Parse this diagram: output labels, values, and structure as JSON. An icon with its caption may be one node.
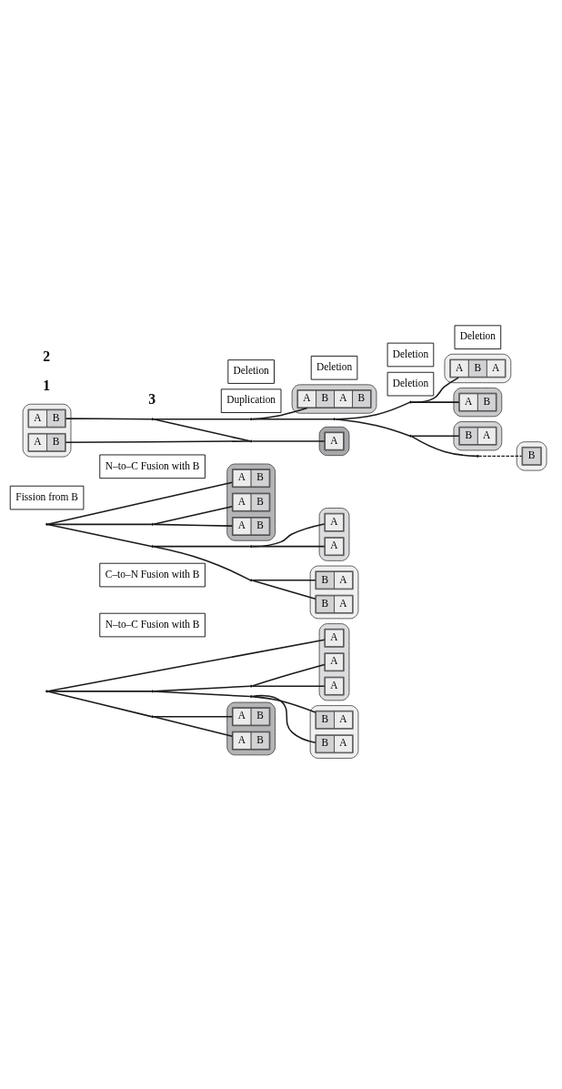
{
  "diagram": {
    "nodes": [
      {
        "text": [],
        "shape": "band"
      },
      {
        "text": [
          "A"
        ],
        "in": 0
      },
      {
        "text": [
          "A"
        ],
        "in": 0
      },
      {
        "text": [
          "A"
        ],
        "in": 0
      },
      {
        "text": [
          "N–to–C Fusion with B"
        ]
      },
      {
        "text": [],
        "shape": "band"
      },
      {
        "text": [
          "B",
          "A"
        ],
        "in": 5
      },
      {
        "text": [
          "B",
          "A"
        ],
        "in": 5
      },
      {
        "text": [
          "C–to–N Fusion with B"
        ]
      },
      {
        "text": [],
        "shape": "band"
      },
      {
        "text": [
          "A",
          "B"
        ],
        "in": 9
      },
      {
        "text": [
          "A",
          "B"
        ],
        "in": 9
      },
      {
        "text": [],
        "shape": "point"
      },
      {
        "text": [],
        "shape": "point"
      },
      {
        "text": [],
        "shape": "point"
      },
      {
        "text": [],
        "shape": "point"
      },
      {
        "text": [],
        "shape": "point"
      },
      {
        "text": [],
        "shape": "band"
      },
      {
        "text": [
          "A"
        ],
        "in": 17
      },
      {
        "text": [
          "A"
        ],
        "in": 17
      },
      {
        "text": [
          "Fission from B"
        ]
      },
      {
        "text": [
          "N–to–C Fusion with B"
        ]
      },
      {
        "text": [],
        "shape": "band"
      },
      {
        "text": [
          "B",
          "A"
        ],
        "in": 22
      },
      {
        "text": [
          "B",
          "A"
        ],
        "in": 22
      },
      {
        "text": [],
        "shape": "band"
      },
      {
        "text": [
          "A",
          "B"
        ],
        "in": 25
      },
      {
        "text": [
          "A",
          "B"
        ],
        "in": 25
      },
      {
        "text": [
          "A",
          "B"
        ],
        "in": 25
      },
      {
        "text": [],
        "shape": "point"
      },
      {
        "text": [],
        "shape": "point"
      },
      {
        "text": [],
        "shape": "point"
      },
      {
        "text": [],
        "shape": "point"
      },
      {
        "text": [],
        "shape": "point"
      },
      {
        "text": [],
        "shape": "band"
      },
      {
        "text": [
          "A",
          "B",
          "A"
        ],
        "in": 34
      },
      {
        "text": [
          "Deletion"
        ]
      },
      {
        "text": [],
        "shape": "band"
      },
      {
        "text": [
          "A",
          "B"
        ],
        "in": 37
      },
      {
        "text": [
          "Deletion"
        ]
      },
      {
        "text": [
          "Duplication"
        ]
      },
      {
        "text": [],
        "shape": "band"
      },
      {
        "text": [
          "A",
          "B"
        ],
        "in": 41
      },
      {
        "text": [],
        "shape": "band"
      },
      {
        "text": [
          "B",
          "A"
        ],
        "in": 43
      },
      {
        "text": [],
        "shape": "band"
      },
      {
        "text": [
          "B"
        ],
        "in": 45
      },
      {
        "text": [
          "Deletion"
        ]
      },
      {
        "text": [
          "Deletion"
        ]
      },
      {
        "text": [],
        "shape": "band"
      },
      {
        "text": [
          "A",
          "B",
          "A",
          "B"
        ],
        "in": 49
      },
      {
        "text": [
          "Deletion"
        ]
      },
      {
        "text": [],
        "shape": "band"
      },
      {
        "text": [
          "A"
        ],
        "in": 52
      },
      {
        "text": [
          "A",
          "B"
        ],
        "in": 41
      },
      {
        "text": [],
        "shape": "point"
      },
      {
        "text": [],
        "shape": "point"
      },
      {
        "text": [],
        "shape": "point"
      },
      {
        "text": [],
        "shape": "point"
      },
      {
        "text": [],
        "shape": "point"
      },
      {
        "text": [],
        "shape": "point"
      },
      {
        "text": [],
        "shape": "point"
      }
    ],
    "edges": [
      {
        "from": 3,
        "to": 12,
        "arrow": "none"
      },
      {
        "from": 12,
        "to": 13,
        "arrow": "none"
      },
      {
        "from": 13,
        "to": 14,
        "arrow": "none"
      },
      {
        "from": 14,
        "to": 1,
        "arrow": "none"
      },
      {
        "from": 14,
        "to": 2,
        "arrow": "none"
      },
      {
        "from": 13,
        "to": 15,
        "arrow": "none"
      },
      {
        "from": 15,
        "to": 6,
        "arrow": "none"
      },
      {
        "from": 15,
        "to": 7,
        "arrow": "none"
      },
      {
        "from": 12,
        "to": 16,
        "arrow": "none"
      },
      {
        "from": 16,
        "to": 10,
        "arrow": "none"
      },
      {
        "from": 16,
        "to": 11,
        "arrow": "none"
      },
      {
        "from": 26,
        "to": 29,
        "arrow": "none"
      },
      {
        "from": 29,
        "to": 30,
        "arrow": "none"
      },
      {
        "from": 30,
        "to": 31,
        "arrow": "none"
      },
      {
        "from": 31,
        "to": 18,
        "arrow": "none"
      },
      {
        "from": 31,
        "to": 19,
        "arrow": "none"
      },
      {
        "from": 30,
        "to": 32,
        "arrow": "none"
      },
      {
        "from": 32,
        "to": 23,
        "arrow": "none"
      },
      {
        "from": 32,
        "to": 24,
        "arrow": "none"
      },
      {
        "from": 29,
        "to": 33,
        "arrow": "none"
      },
      {
        "from": 33,
        "to": 27,
        "arrow": "none"
      },
      {
        "from": 33,
        "to": 28,
        "arrow": "none"
      },
      {
        "from": 42,
        "to": 55,
        "arrow": "none"
      },
      {
        "from": 55,
        "to": 56,
        "arrow": "none"
      },
      {
        "from": 56,
        "to": 57,
        "arrow": "none"
      },
      {
        "from": 57,
        "to": 58,
        "arrow": "none"
      },
      {
        "from": 58,
        "to": 35,
        "arrow": "none"
      },
      {
        "from": 58,
        "to": 38,
        "arrow": "none"
      },
      {
        "from": 57,
        "to": 59,
        "arrow": "none"
      },
      {
        "from": 59,
        "to": 44,
        "arrow": "none"
      },
      {
        "from": 59,
        "to": 60,
        "arrow": "none"
      },
      {
        "from": 60,
        "to": 46,
        "arrow": "none",
        "style": "dashed"
      },
      {
        "from": 56,
        "to": 50,
        "arrow": "none"
      },
      {
        "from": 55,
        "to": 61,
        "arrow": "none"
      },
      {
        "from": 61,
        "to": 53,
        "arrow": "none"
      },
      {
        "from": 61,
        "to": 54,
        "arrow": "none"
      }
    ],
    "labels": [
      "1",
      "2",
      "3"
    ]
  }
}
